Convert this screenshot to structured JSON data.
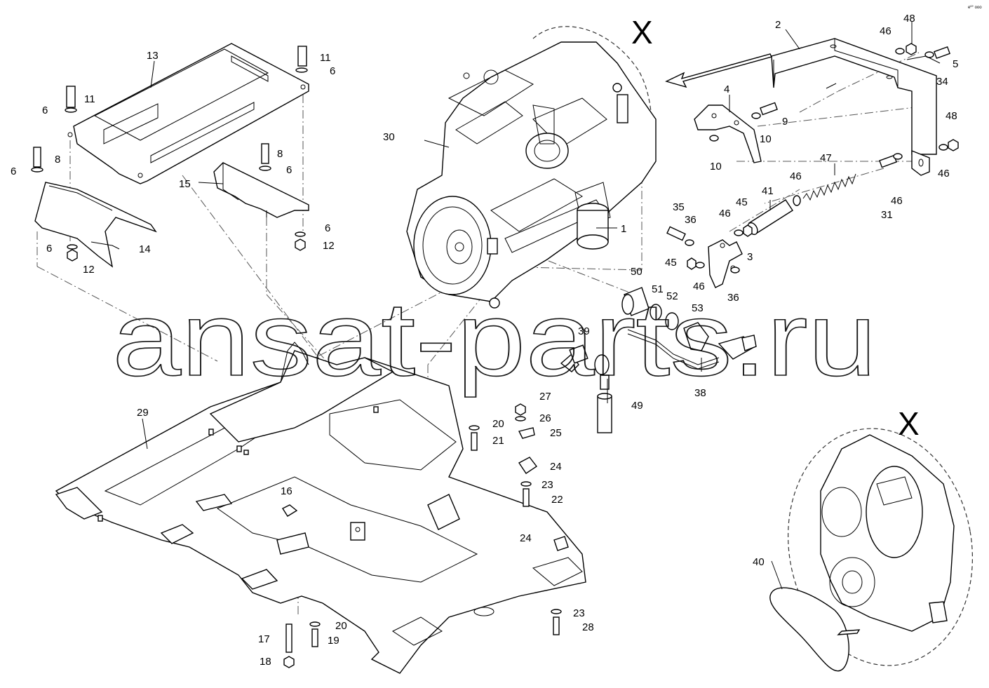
{
  "corner_label": "eº° ooo",
  "watermark": "ansat-parts.ru",
  "view_marks": [
    "X",
    "X"
  ],
  "callouts": [
    "1",
    "2",
    "3",
    "4",
    "5",
    "6",
    "6",
    "6",
    "6",
    "6",
    "6",
    "8",
    "8",
    "9",
    "10",
    "10",
    "11",
    "11",
    "12",
    "12",
    "13",
    "14",
    "15",
    "16",
    "17",
    "18",
    "19",
    "20",
    "20",
    "21",
    "22",
    "23",
    "23",
    "24",
    "24",
    "25",
    "26",
    "27",
    "28",
    "29",
    "30",
    "31",
    "34",
    "35",
    "36",
    "36",
    "38",
    "39",
    "40",
    "41",
    "45",
    "45",
    "46",
    "46",
    "46",
    "46",
    "46",
    "46",
    "47",
    "48",
    "48",
    "49",
    "50",
    "51",
    "52",
    "53"
  ]
}
